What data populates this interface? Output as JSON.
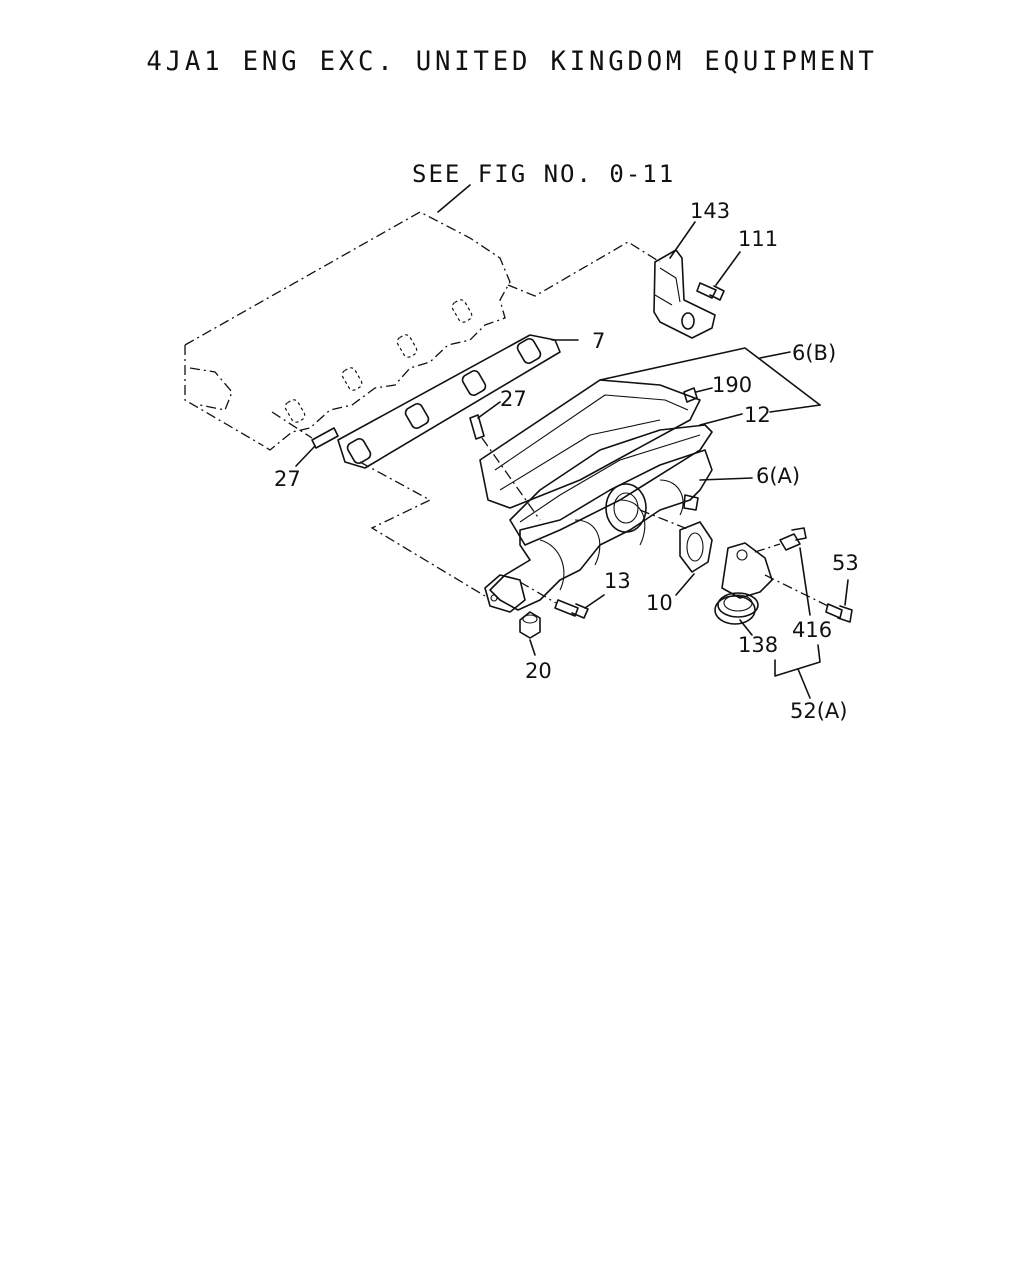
{
  "title": "4JA1 ENG EXC. UNITED KINGDOM EQUIPMENT",
  "see_figure": "SEE FIG NO. 0-11",
  "callouts": {
    "c143": "143",
    "c111": "111",
    "c7": "7",
    "c6b": "6(B)",
    "c190": "190",
    "c27a": "27",
    "c12": "12",
    "c27b": "27",
    "c6a": "6(A)",
    "c53": "53",
    "c13": "13",
    "c10": "10",
    "c416": "416",
    "c138": "138",
    "c20": "20",
    "c52a": "52(A)"
  }
}
